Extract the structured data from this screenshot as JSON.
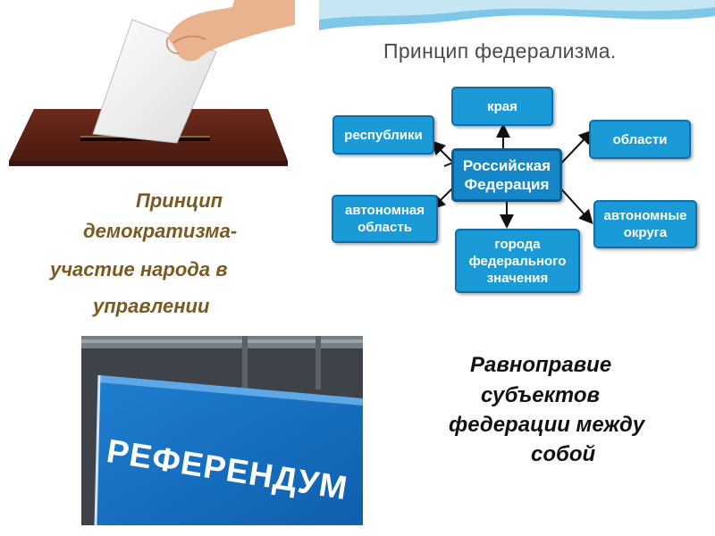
{
  "federalism": {
    "title": "Принцип  федерализма.",
    "center": "Российская Федерация",
    "nodes": {
      "kraya": "края",
      "respubliki": "республики",
      "oblasti": "области",
      "avt_oblast": "автономная область",
      "avt_okruga": "автономные округа",
      "goroda": "города федерального значения"
    },
    "colors": {
      "node": "#1a9bd7",
      "node_border": "#0d6fa6"
    }
  },
  "democracy_caption": {
    "lines": [
      "Принцип",
      "демократизма-",
      "участие народа в",
      "управлении"
    ]
  },
  "referendum": {
    "banner_text": "РЕФЕРЕНДУМ"
  },
  "equality_caption": {
    "lines": [
      "Равноправие",
      "субъектов",
      "федерации между",
      "собой"
    ]
  }
}
